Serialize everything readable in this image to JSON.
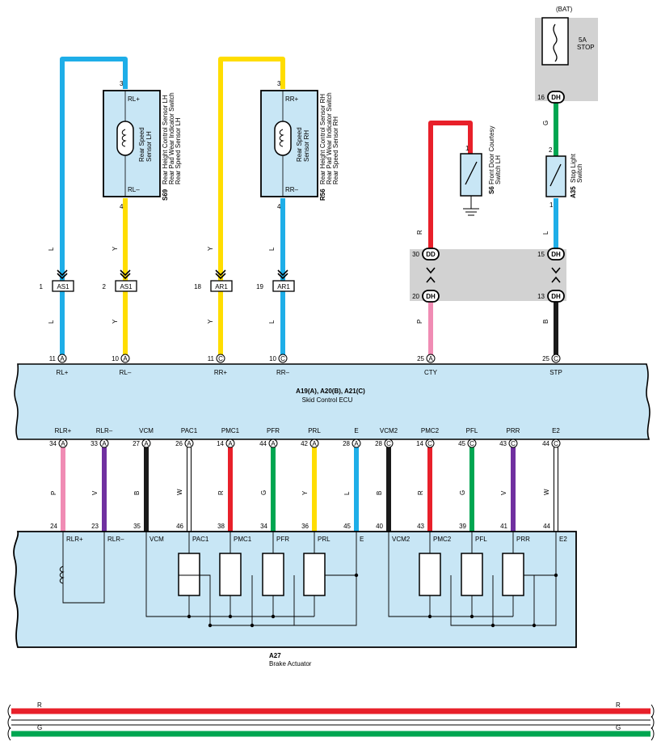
{
  "colors": {
    "L": "#1eaee8",
    "Y": "#ffdd00",
    "R": "#e8202a",
    "G": "#00a651",
    "P": "#f08cb4",
    "V": "#7030a0",
    "B": "#1a1a1a",
    "W": "#ffffff",
    "ecu_fill": "#c8e6f5",
    "conn_fill": "#d2d2d2"
  },
  "battery": {
    "label": "(BAT)",
    "fuse": "5A",
    "fuse_name": "STOP"
  },
  "sensors": {
    "lh": {
      "inner_top": "RL+",
      "inner_bottom": "RL–",
      "coil_label": "Rear Speed\nSensor LH",
      "code": "S69",
      "name": "Rear Height Control Sensor LH\nRear Pad Wear Indicator Switch\nRear Speed Sensor LH",
      "pin_top": "3",
      "pin_bottom": "4"
    },
    "rh": {
      "inner_top": "RR+",
      "inner_bottom": "RR–",
      "coil_label": "Rear Speed\nSensor RH",
      "code": "R56",
      "name": "Rear Height Control Sensor RH\nRear Pad Wear Indicator Switch\nRear Speed Sensor RH",
      "pin_top": "3",
      "pin_bottom": "4"
    }
  },
  "door_switch": {
    "code": "S6",
    "name": "Front Door Courtesy\nSwitch LH",
    "pin": "1"
  },
  "stop_switch": {
    "code": "A35",
    "name": "Stop Light\nSwitch",
    "pin_top": "2",
    "pin_bottom": "1"
  },
  "upper_wires": {
    "w1": "L",
    "w2": "Y",
    "w3": "Y",
    "w4": "L",
    "w5": "R",
    "w6": "G",
    "w7": "L",
    "w1b": "L",
    "w2b": "Y",
    "w3b": "Y",
    "w4b": "L",
    "w5b": "P",
    "w6b": "B"
  },
  "junctions": {
    "as1_a": {
      "pin": "1",
      "name": "AS1"
    },
    "as1_b": {
      "pin": "2",
      "name": "AS1"
    },
    "ar1_a": {
      "pin": "18",
      "name": "AR1"
    },
    "ar1_b": {
      "pin": "19",
      "name": "AR1"
    },
    "dd": {
      "pin": "30",
      "name": "DD"
    },
    "dh_top": {
      "pin": "15",
      "name": "DH"
    },
    "dh_bottom_left": {
      "pin": "20",
      "name": "DH"
    },
    "dh_bottom_right": {
      "pin": "13",
      "name": "DH"
    },
    "dh_bat": {
      "pin": "16",
      "name": "DH"
    }
  },
  "ecu": {
    "codes": "A19(A), A20(B), A21(C)",
    "name": "Skid Control ECU",
    "top_pins": [
      {
        "num": "11",
        "conn": "A",
        "label": "RL+"
      },
      {
        "num": "10",
        "conn": "A",
        "label": "RL–"
      },
      {
        "num": "11",
        "conn": "C",
        "label": "RR+"
      },
      {
        "num": "10",
        "conn": "C",
        "label": "RR–"
      },
      {
        "num": "25",
        "conn": "A",
        "label": "CTY"
      },
      {
        "num": "25",
        "conn": "C",
        "label": "STP"
      }
    ],
    "bottom_pins": [
      {
        "num": "34",
        "conn": "A",
        "label": "RLR+",
        "wire": "P",
        "apin": "24",
        "alabel": "RLR+"
      },
      {
        "num": "33",
        "conn": "A",
        "label": "RLR–",
        "wire": "V",
        "apin": "23",
        "alabel": "RLR–"
      },
      {
        "num": "27",
        "conn": "A",
        "label": "VCM",
        "wire": "B",
        "apin": "35",
        "alabel": "VCM"
      },
      {
        "num": "26",
        "conn": "A",
        "label": "PAC1",
        "wire": "W",
        "apin": "46",
        "alabel": "PAC1"
      },
      {
        "num": "14",
        "conn": "A",
        "label": "PMC1",
        "wire": "R",
        "apin": "38",
        "alabel": "PMC1"
      },
      {
        "num": "44",
        "conn": "A",
        "label": "PFR",
        "wire": "G",
        "apin": "34",
        "alabel": "PFR"
      },
      {
        "num": "42",
        "conn": "A",
        "label": "PRL",
        "wire": "Y",
        "apin": "36",
        "alabel": "PRL"
      },
      {
        "num": "28",
        "conn": "A",
        "label": "E",
        "wire": "L",
        "apin": "45",
        "alabel": "E"
      },
      {
        "num": "28",
        "conn": "C",
        "label": "VCM2",
        "wire": "B",
        "apin": "40",
        "alabel": "VCM2"
      },
      {
        "num": "14",
        "conn": "C",
        "label": "PMC2",
        "wire": "R",
        "apin": "43",
        "alabel": "PMC2"
      },
      {
        "num": "45",
        "conn": "C",
        "label": "PFL",
        "wire": "G",
        "apin": "39",
        "alabel": "PFL"
      },
      {
        "num": "43",
        "conn": "C",
        "label": "PRR",
        "wire": "V",
        "apin": "41",
        "alabel": "PRR"
      },
      {
        "num": "44",
        "conn": "C",
        "label": "E2",
        "wire": "W",
        "apin": "44",
        "alabel": "E2"
      }
    ]
  },
  "actuator": {
    "code": "A27",
    "name": "Brake Actuator"
  },
  "legend": [
    {
      "color": "R",
      "label_left": "R",
      "label_right": "R"
    },
    {
      "color": "W",
      "label_left": "",
      "label_right": ""
    },
    {
      "color": "G",
      "label_left": "G",
      "label_right": "G"
    }
  ]
}
